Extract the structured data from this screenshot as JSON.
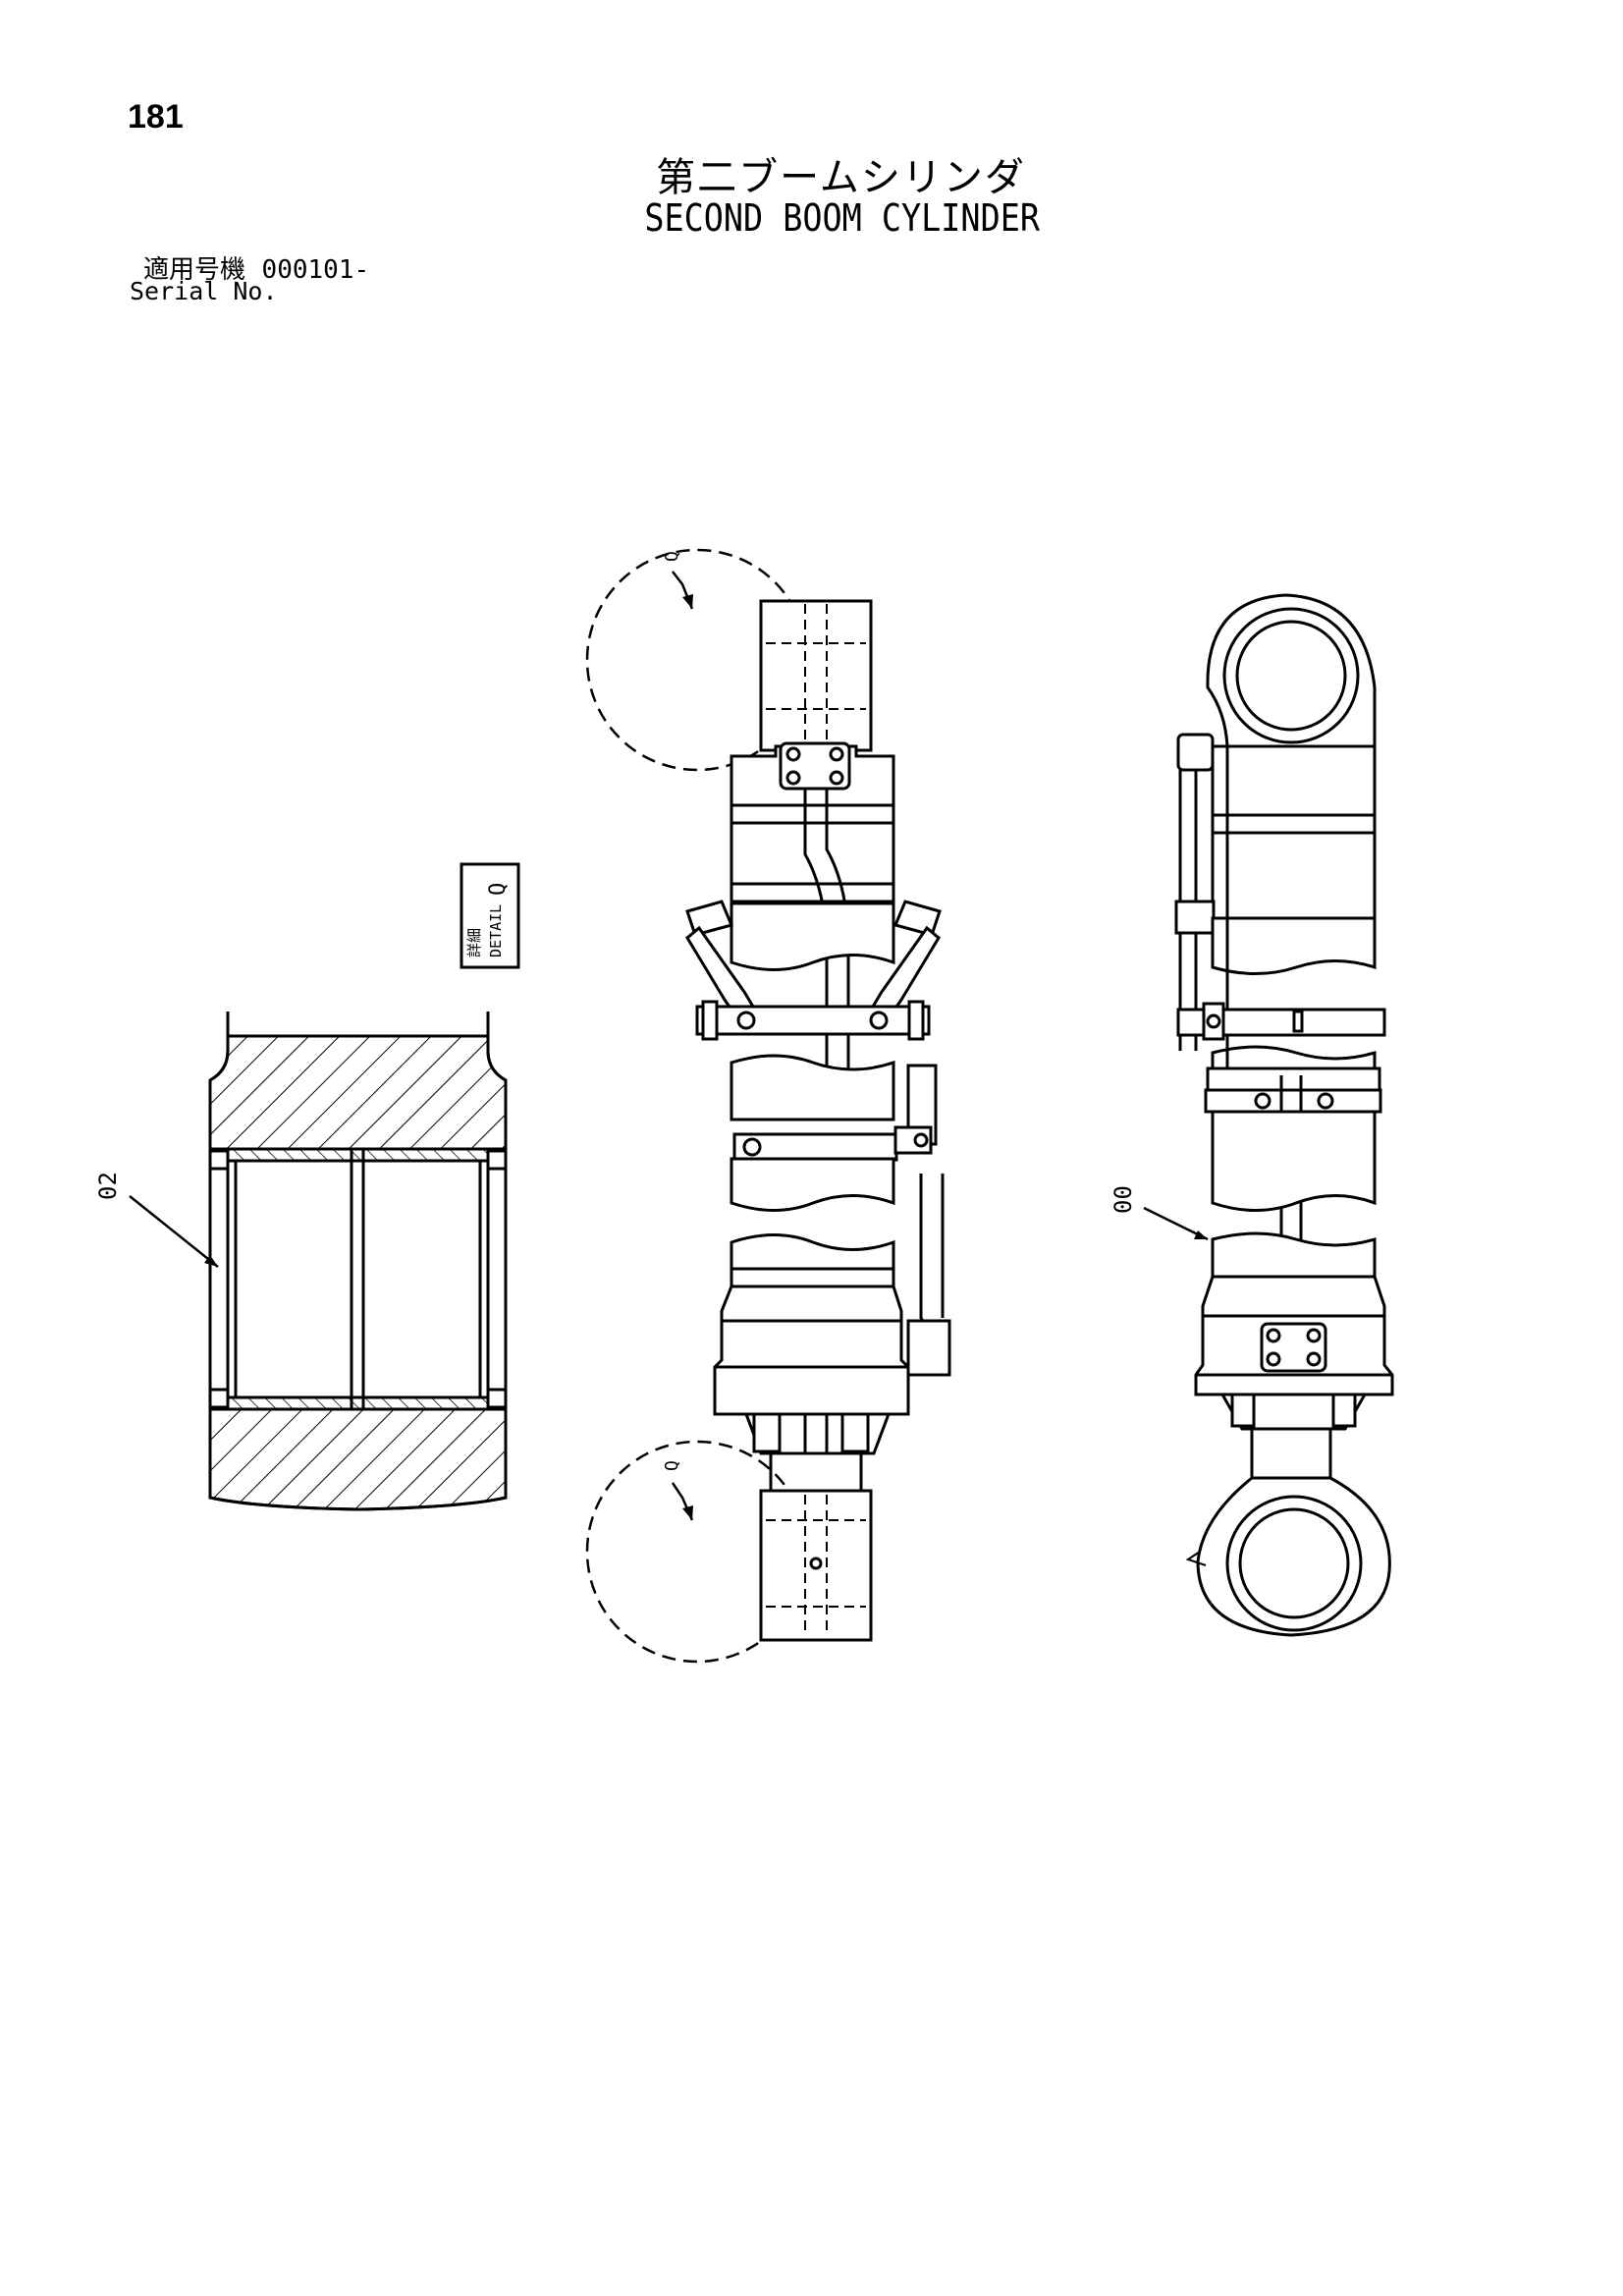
{
  "header": {
    "page_number": "181",
    "title_jp": "第二ブームシリンダ",
    "title_en": "SECOND BOOM CYLINDER",
    "serial_label_jp": "適用号機",
    "serial_value": "000101-",
    "serial_label_en": "Serial No."
  },
  "drawing": {
    "detail_tag_jp": "詳細",
    "detail_tag_en": "DETAIL",
    "detail_tag_letter": "Q",
    "detail_ref_top": "Q",
    "detail_ref_bottom": "Q",
    "callout_bushing": "02",
    "callout_cylinder": "00"
  }
}
